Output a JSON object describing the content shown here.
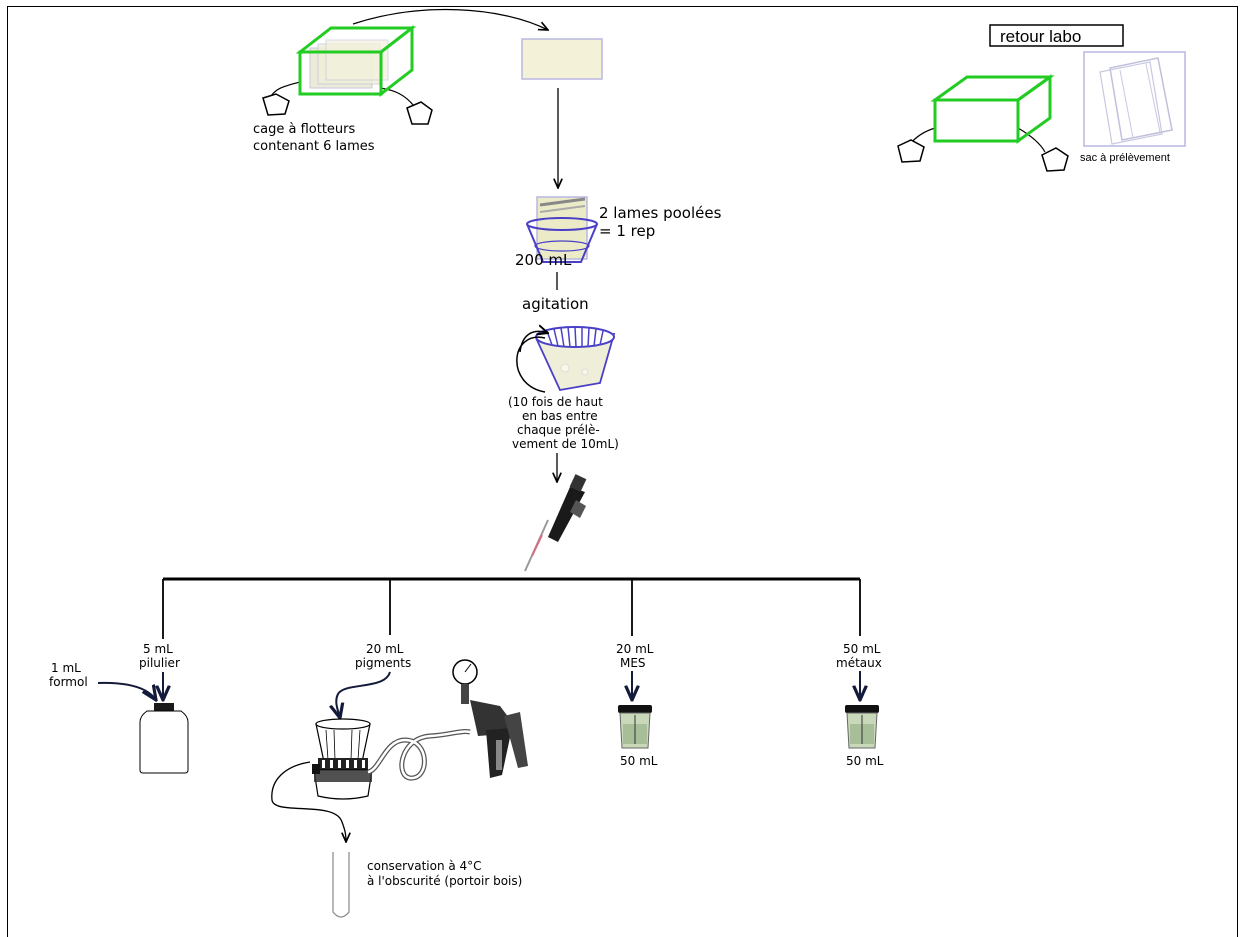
{
  "header": {
    "retour_labo": "retour labo",
    "sac_label": "sac à prélèvement"
  },
  "cage": {
    "line1": "cage à flotteurs",
    "line2": "contenant 6 lames"
  },
  "beaker": {
    "volume": "200 mL",
    "pool_line1": "2 lames poolées",
    "pool_line2": "= 1 rep"
  },
  "agitation": {
    "label": "agitation",
    "note": [
      "(10 fois de haut",
      "en bas entre",
      "chaque prélè-",
      "vement de 10mL)"
    ]
  },
  "branches": [
    {
      "amount": "5 mL",
      "name": "pilulier"
    },
    {
      "amount": "20 mL",
      "name": "pigments"
    },
    {
      "amount": "20 mL",
      "name": "MES"
    },
    {
      "amount": "50 mL",
      "name": "métaux"
    }
  ],
  "formol": {
    "amount": "1 mL",
    "name": "formol"
  },
  "vials": {
    "mes_volume": "50 mL",
    "metaux_volume": "50 mL"
  },
  "conservation": {
    "line1": "conservation à 4°C",
    "line2": "à l'obscurité (portoir bois)"
  },
  "colors": {
    "cage_green": "#22cc22",
    "slide_fill": "#f3f2d8",
    "slide_border": "#b8b8e0",
    "blue": "#4a40c8",
    "dark": "#111111"
  }
}
